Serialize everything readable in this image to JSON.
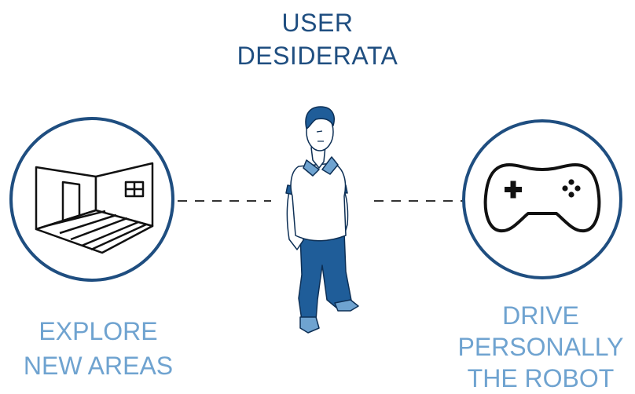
{
  "title": {
    "line1": "USER",
    "line2": "DESIDERATA"
  },
  "left_goal": {
    "line1": "EXPLORE",
    "line2": "NEW AREAS",
    "icon": "room-icon"
  },
  "right_goal": {
    "line1": "DRIVE",
    "line2": "PERSONALLY",
    "line3": "THE ROBOT",
    "icon": "gamepad-icon"
  },
  "center": {
    "icon": "user-figure-icon"
  },
  "colors": {
    "title": "#1f4e80",
    "label": "#6fa3d0",
    "circle": "#1f4e80",
    "figure": "#1f5d99"
  }
}
